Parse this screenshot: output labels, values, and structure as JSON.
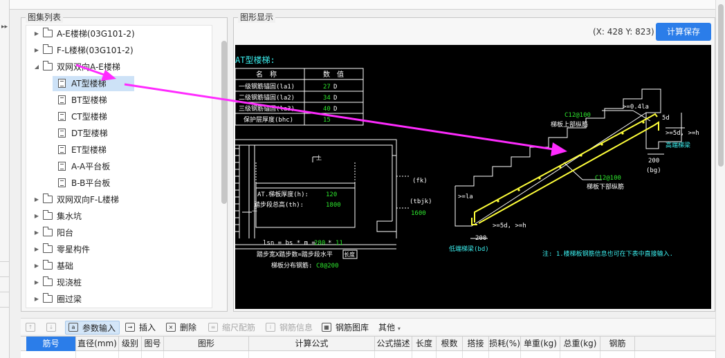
{
  "tree_panel": {
    "title": "图集列表",
    "nodes": [
      {
        "label": "A-E楼梯(03G101-2)",
        "type": "folder",
        "state": "collapsed"
      },
      {
        "label": "F-L楼梯(03G101-2)",
        "type": "folder",
        "state": "collapsed"
      },
      {
        "label": "双网双向A-E楼梯",
        "type": "folder",
        "state": "expanded"
      },
      {
        "label": "AT型楼梯",
        "type": "doc",
        "selected": true
      },
      {
        "label": "BT型楼梯",
        "type": "doc"
      },
      {
        "label": "CT型楼梯",
        "type": "doc"
      },
      {
        "label": "DT型楼梯",
        "type": "doc"
      },
      {
        "label": "ET型楼梯",
        "type": "doc"
      },
      {
        "label": "A-A平台板",
        "type": "doc"
      },
      {
        "label": "B-B平台板",
        "type": "doc"
      },
      {
        "label": "双网双向F-L楼梯",
        "type": "folder",
        "state": "collapsed"
      },
      {
        "label": "集水坑",
        "type": "folder",
        "state": "collapsed"
      },
      {
        "label": "阳台",
        "type": "folder",
        "state": "collapsed"
      },
      {
        "label": "零星构件",
        "type": "folder",
        "state": "collapsed"
      },
      {
        "label": "基础",
        "type": "folder",
        "state": "collapsed"
      },
      {
        "label": "现浇桩",
        "type": "folder",
        "state": "collapsed"
      },
      {
        "label": "圈过梁",
        "type": "folder",
        "state": "collapsed"
      }
    ]
  },
  "graphic_panel": {
    "title": "图形显示",
    "coords": "(X: 428 Y: 823)",
    "save_button": "计算保存"
  },
  "drawing": {
    "title": "AT型楼梯:",
    "table_headers": [
      "名　称",
      "数　值"
    ],
    "table_rows": [
      {
        "name": "一级钢筋锚固(la1)",
        "value": "27",
        "unit": "D"
      },
      {
        "name": "二级钢筋锚固(la2)",
        "value": "34",
        "unit": "D"
      },
      {
        "name": "三级钢筋锚固(la3)",
        "value": "40",
        "unit": "D"
      },
      {
        "name": "保护层厚度(bhc)",
        "value": "15",
        "unit": ""
      }
    ],
    "thickness_label": "AT.梯板厚度(h):",
    "thickness_value": "120",
    "height_label": "踏步段总高(th):",
    "height_value": "1800",
    "lsn_formula": "lsn = bs * m =",
    "lsn_bs": "280",
    "lsn_times": "*",
    "lsn_m": "11",
    "step_formula_left": "踏步宽X踏步数=踏步段水平",
    "step_formula_boxed": "长度",
    "dist_label": "梯板分布钢筋:",
    "dist_value": "C8@200",
    "fk": "(fk)",
    "tbjk": "(tbjk)",
    "val1600": "1600",
    "upper_bar_spec": "C12@100",
    "upper_bar_label": "梯板上部纵筋",
    "lower_bar_spec": "C12@100",
    "lower_bar_label": "梯板下部纵筋",
    "la_top": ">=0.4la",
    "d5_top": "5d",
    "gt5d_right": ">=5d, >=h",
    "high_beam": "高端梯梁",
    "w200_right": "200",
    "bg": "(bg)",
    "la_left": ">=la",
    "gt5d_left": ">=5d, >=h",
    "w200_left": "200",
    "low_beam": "低端梯梁(bd)",
    "note": "注: 1.楼梯板钢筋信息也可在下表中直接输入."
  },
  "toolbar": {
    "param_input": "参数输入",
    "insert": "插入",
    "delete": "删除",
    "scale_rebar": "缩尺配筋",
    "rebar_info": "钢筋信息",
    "rebar_library": "钢筋图库",
    "others": "其他"
  },
  "grid": {
    "columns": [
      "筋号",
      "直径(mm)",
      "级别",
      "图号",
      "图形",
      "计算公式",
      "公式描述",
      "长度",
      "根数",
      "搭接",
      "损耗(%)",
      "单重(kg)",
      "总重(kg)",
      "钢筋"
    ]
  },
  "colors": {
    "accent": "#2b7de9",
    "selection": "#cde2f7",
    "cad_bg": "#000000",
    "cad_white": "#ffffff",
    "cad_green": "#2ee82e",
    "cad_cyan": "#3cf0f0",
    "cad_yellow": "#ffff3a",
    "arrow_magenta": "#ff2bff"
  }
}
